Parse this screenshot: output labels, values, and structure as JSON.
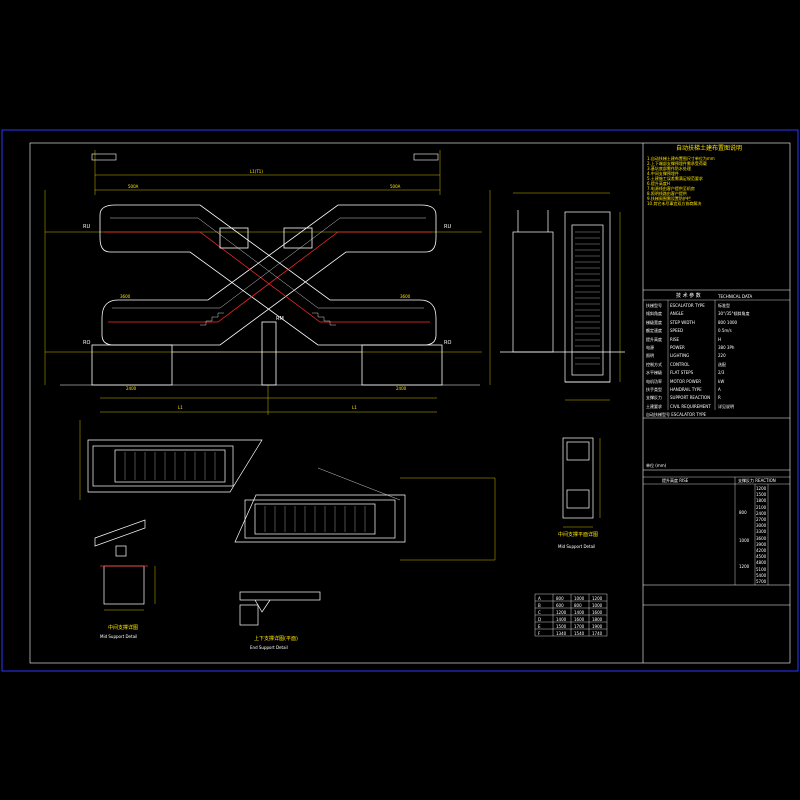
{
  "colors": {
    "background": "#000000",
    "frame": "#2a36ff",
    "structure": "#ffffff",
    "dimension": "#ffe600",
    "handrail_red": "#ff2a2a",
    "accent": "#38c8ff"
  },
  "elevation": {
    "label_ru_left": "RU",
    "label_ru_right": "RU",
    "label_ro_left": "RO",
    "label_ro_right": "RO",
    "label_rm": "RM",
    "dim_top_center": "L1(T1)",
    "dim_bottom_left": "L1",
    "dim_bottom_right": "L1",
    "dim_top_left": "500A",
    "dim_top_right": "500A",
    "dim_mid_left": "3600",
    "dim_mid_right": "3600",
    "dim_low_left": "2400",
    "dim_low_right": "2400"
  },
  "details": {
    "mid_support_caption": "中间支撑详图",
    "mid_support_caption_en": "Mid Support Detail",
    "lower_support_caption": "上下支撑详图(平面)",
    "lower_support_caption_en": "End Support Detail",
    "pit_caption": "中间支撑平面详图",
    "pit_caption_en": "Mid Support Detail"
  },
  "title_block": {
    "notes_title": "自动扶梯土建布置图说明",
    "notes": [
      "1.自动扶梯土建布置图尺寸单位为mm",
      "2.上下端部支撑预埋件需承受荷载",
      "3.基坑底部需作防水处理",
      "4.中间支撑预埋件",
      "5.土建施工误差需满足规范要求",
      "6.提升高度H",
      "7.电源线由客户提供至机房",
      "8.照明线路由客户提供",
      "9.扶梯周围需设置防护栏",
      "10.其它未尽事宜双方协商解决"
    ],
    "tech_title": "技 术 参 数",
    "tech_title_en": "TECHNICAL DATA",
    "tech_rows": [
      {
        "k": "扶梯型号",
        "k_en": "ESCALATOR TYPE",
        "v": "标准型"
      },
      {
        "k": "倾斜角度",
        "k_en": "ANGLE",
        "v": "30°/35°倾斜角度"
      },
      {
        "k": "梯级宽度",
        "k_en": "STEP WIDTH",
        "v": "800  1000"
      },
      {
        "k": "额定速度",
        "k_en": "SPEED",
        "v": "0.5m/s"
      },
      {
        "k": "提升高度",
        "k_en": "RISE",
        "v": "H"
      },
      {
        "k": "电源",
        "k_en": "POWER",
        "v": "380  3Ph"
      },
      {
        "k": "照明",
        "k_en": "LIGHTING",
        "v": "220"
      },
      {
        "k": "控制方式",
        "k_en": "CONTROL",
        "v": "选配"
      },
      {
        "k": "水平梯级",
        "k_en": "FLAT STEPS",
        "v": "2/3"
      },
      {
        "k": "电机功率",
        "k_en": "MOTOR POWER",
        "v": "kW"
      },
      {
        "k": "扶手类型",
        "k_en": "HANDRAIL TYPE",
        "v": "A"
      },
      {
        "k": "支撑反力",
        "k_en": "SUPPORT REACTION",
        "v": "R"
      },
      {
        "k": "土建要求",
        "k_en": "CIVIL REQUIREMENT",
        "v": "详见说明"
      }
    ],
    "tech_footer": "自动扶梯型号 ESCALATOR TYPE",
    "table_caption": "单位 (mm)",
    "table_headers": [
      "提升高度 RISE",
      "支撑反力 REACTION"
    ],
    "table_groups": [
      "800",
      "1000",
      "1200"
    ],
    "table_values": [
      "1200",
      "1500",
      "1800",
      "2100",
      "2400",
      "2700",
      "3000",
      "3300",
      "3600",
      "3900",
      "4200",
      "4500",
      "4800",
      "5100",
      "5400",
      "5700"
    ],
    "small_table": [
      [
        "A",
        "800",
        "1000",
        "1200"
      ],
      [
        "B",
        "600",
        "800",
        "1000"
      ],
      [
        "C",
        "1200",
        "1400",
        "1600"
      ],
      [
        "D",
        "1400",
        "1600",
        "1800"
      ],
      [
        "E",
        "1500",
        "1700",
        "1900"
      ],
      [
        "F",
        "1340",
        "1540",
        "1740"
      ]
    ]
  }
}
